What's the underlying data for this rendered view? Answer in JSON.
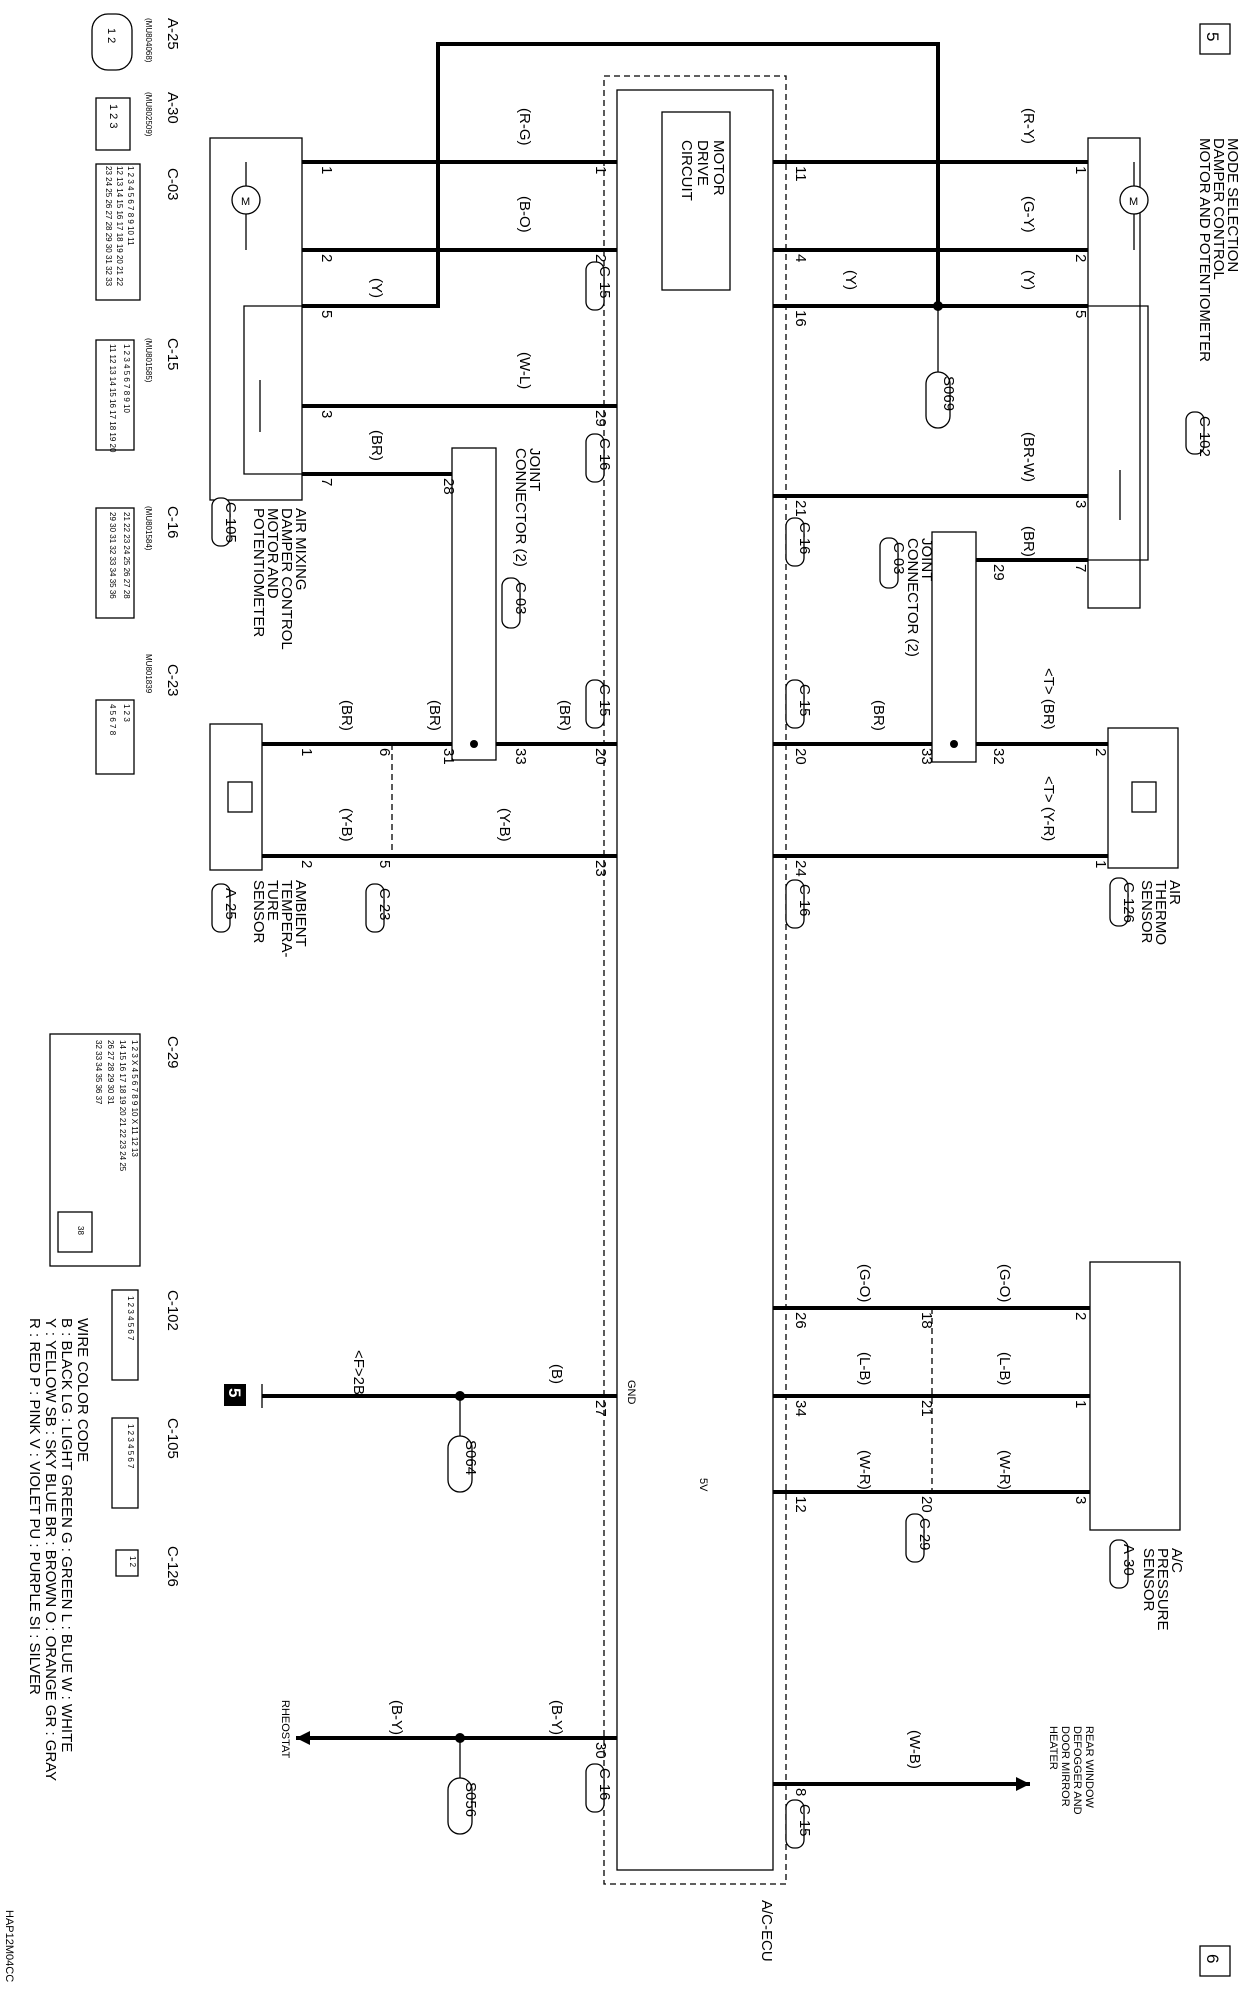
{
  "page": {
    "num_top": "5",
    "num_bottom": "6",
    "diagram_id": "HAP12M04CC"
  },
  "ecu": {
    "name": "A/C-ECU",
    "motor_drive": "MOTOR DRIVE CIRCUIT",
    "gnd": "GND",
    "v5": "5V"
  },
  "components": {
    "mode_motor": {
      "name": "MODE SELECTION DAMPER CONTROL MOTOR AND POTENTIOMETER",
      "conn": "C-102"
    },
    "air_mix_motor": {
      "name": "AIR MIXING DAMPER CONTROL MOTOR AND POTENTIOMETER",
      "conn": "C-105"
    },
    "air_thermo": {
      "name": "AIR THERMO SENSOR",
      "conn": "C-126"
    },
    "ambient": {
      "name": "AMBIENT TEMPERA- TURE SENSOR",
      "conn": "A-25"
    },
    "pressure": {
      "name": "A/C PRESSURE SENSOR",
      "conn": "A-30"
    },
    "joint_a": {
      "name": "JOINT CONNECTOR (2)",
      "conn": "C-03"
    },
    "joint_b": {
      "name": "JOINT CONNECTOR (2)",
      "conn": "C-03"
    }
  },
  "wires": {
    "rg": "(R-G)",
    "bo": "(B-O)",
    "y": "(Y)",
    "wl": "(W-L)",
    "br": "(BR)",
    "yb": "(Y-B)",
    "ry": "(R-Y)",
    "gy": "(G-Y)",
    "brw": "(BR-W)",
    "tbr": "<T> (BR)",
    "tyr": "<T> (Y-R)",
    "go": "(G-O)",
    "lb": "(L-B)",
    "wr": "(W-R)",
    "b": "(B)",
    "f2b": "<F>2B",
    "by": "(B-Y)",
    "wb": "(W-B)"
  },
  "splices": {
    "s069": "S069",
    "s064": "S064",
    "s056": "S056"
  },
  "conns": {
    "c15": "C-15",
    "c16": "C-16",
    "c23": "C-23",
    "c29": "C-29",
    "c03": "C-03"
  },
  "pins": {
    "p1": "1",
    "p2": "2",
    "p3": "3",
    "p4": "4",
    "p5": "5",
    "p6": "6",
    "p7": "7",
    "p8": "8",
    "p11": "11",
    "p12": "12",
    "p16": "16",
    "p18": "18",
    "p20": "20",
    "p21": "21",
    "p23": "23",
    "p24": "24",
    "p26": "26",
    "p27": "27",
    "p28": "28",
    "p29": "29",
    "p30": "30",
    "p31": "31",
    "p32": "32",
    "p33": "33",
    "p34": "34"
  },
  "external": {
    "rheostat": "RHEOSTAT",
    "rear": "REAR WINDOW DEFOGGER AND DOOR MIRROR HEATER",
    "ground_ref": "5"
  },
  "legend": {
    "title": "WIRE COLOR CODE",
    "line1": "B : BLACK    LG : LIGHT GREEN    G : GREEN    L : BLUE    W : WHITE",
    "line2": "Y : YELLOW    SB : SKY BLUE    BR : BROWN    O : ORANGE    GR : GRAY",
    "line3": "R : RED    P : PINK    V : VIOLET    PU : PURPLE    SI : SILVER"
  },
  "connector_views": {
    "a25": {
      "name": "A-25",
      "part": "(MU804068)"
    },
    "a30": {
      "name": "A-30",
      "part": "(MU802509)"
    },
    "c03": {
      "name": "C-03"
    },
    "c15": {
      "name": "C-15",
      "part": "(MU801585)"
    },
    "c16": {
      "name": "C-16",
      "part": "(MU801584)"
    },
    "c23": {
      "name": "C-23",
      "part": "MU801839"
    },
    "c29": {
      "name": "C-29"
    },
    "c102": {
      "name": "C-102"
    },
    "c105": {
      "name": "C-105"
    },
    "c126": {
      "name": "C-126"
    }
  }
}
